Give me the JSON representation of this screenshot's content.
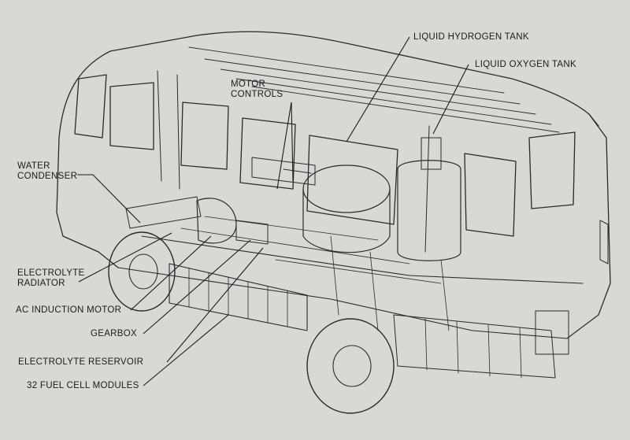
{
  "labels": {
    "liquid_hydrogen_tank": "LIQUID HYDROGEN TANK",
    "liquid_oxygen_tank": "LIQUID OXYGEN TANK",
    "motor_controls_line1": "MOTOR",
    "motor_controls_line2": "CONTROLS",
    "water_condenser_line1": "WATER",
    "water_condenser_line2": "CONDENSER",
    "electrolyte_radiator_line1": "ELECTROLYTE",
    "electrolyte_radiator_line2": "RADIATOR",
    "ac_induction_motor": "AC INDUCTION MOTOR",
    "gearbox": "GEARBOX",
    "electrolyte_reservoir": "ELECTROLYTE RESERVOIR",
    "fuel_cell_modules": "32 FUEL CELL MODULES"
  },
  "colors": {
    "paper": "#d9d8d5",
    "ink": "#1b1b1b"
  }
}
